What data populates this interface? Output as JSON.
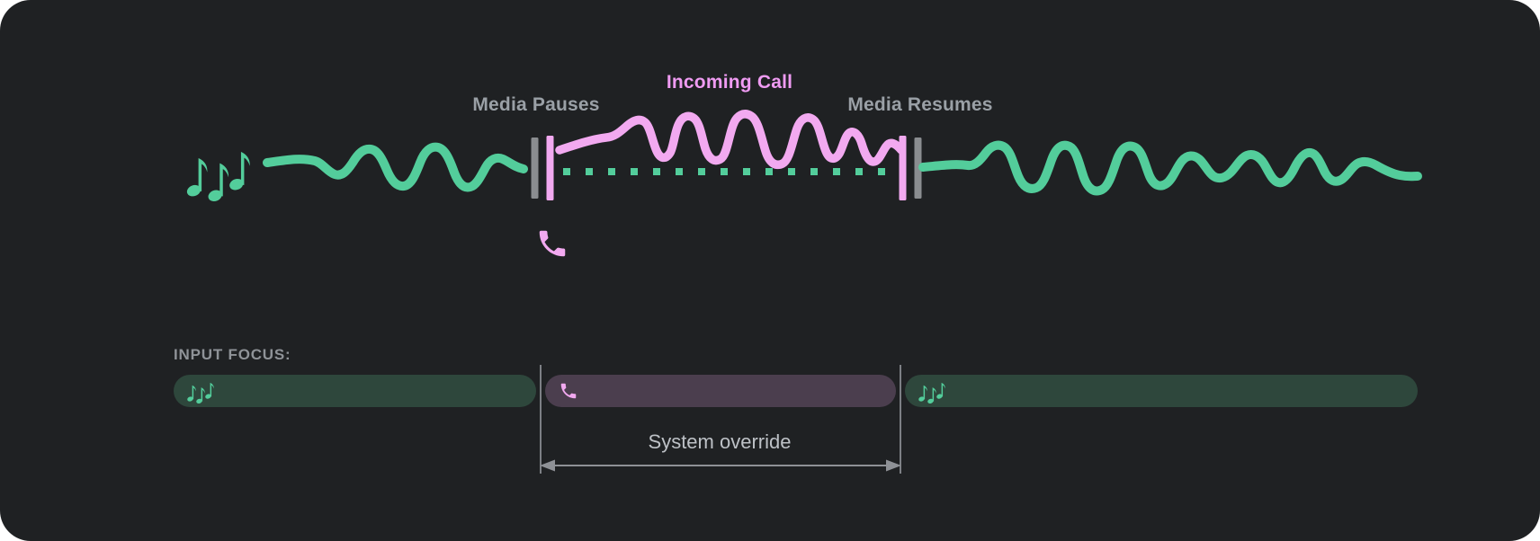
{
  "colors": {
    "page_bg": "#ffffff",
    "panel_bg": "#1f2123",
    "green": "#53cd9b",
    "green_pill": "#2e473c",
    "purple_pill": "#4b3e4e",
    "pink": "#f2a9f0",
    "pink_text": "#ef9bf2",
    "gray_bar": "#8a8d90",
    "gray_text": "#9aa0a6",
    "gray_label": "#8f9398",
    "annotation_text": "#bdc1c6",
    "arrow": "#8e9196"
  },
  "diagram": {
    "labels": {
      "media_pauses": "Media Pauses",
      "incoming_call": "Incoming Call",
      "media_resumes": "Media Resumes"
    },
    "icons": {
      "media": "music-notes",
      "call": "phone-handset"
    }
  },
  "input_focus": {
    "heading": "INPUT FOCUS:",
    "annotation": "System override",
    "segments": [
      {
        "name": "media-before-call",
        "icon": "music-notes"
      },
      {
        "name": "call",
        "icon": "phone-handset"
      },
      {
        "name": "media-after-call",
        "icon": "music-notes"
      }
    ]
  }
}
